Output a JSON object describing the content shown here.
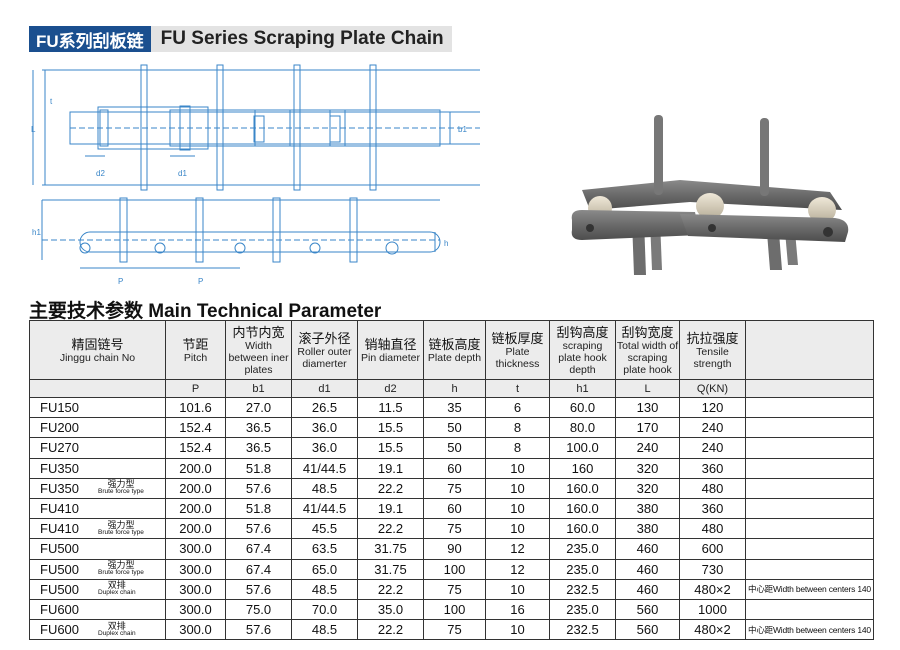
{
  "header": {
    "title_cn": "FU系列刮板链",
    "title_en": "FU Series Scraping Plate Chain"
  },
  "drawing_labels": {
    "L": "L",
    "t": "t",
    "b1": "b1",
    "d2": "d2",
    "d1": "d1",
    "h1": "h1",
    "h": "h",
    "P1": "P",
    "P2": "P"
  },
  "section_title": "主要技术参数 Main Technical Parameter",
  "columns": [
    {
      "cn": "精固链号",
      "en": "Jinggu chain No",
      "sym": ""
    },
    {
      "cn": "节距",
      "en": "Pitch",
      "sym": "P"
    },
    {
      "cn": "内节内宽",
      "en": "Width between iner plates",
      "sym": "b1"
    },
    {
      "cn": "滚子外径",
      "en": "Roller outer diamerter",
      "sym": "d1"
    },
    {
      "cn": "销轴直径",
      "en": "Pin diameter",
      "sym": "d2"
    },
    {
      "cn": "链板高度",
      "en": "Plate depth",
      "sym": "h"
    },
    {
      "cn": "链板厚度",
      "en": "Plate thickness",
      "sym": "t"
    },
    {
      "cn": "刮钩高度",
      "en": "scraping plate hook depth",
      "sym": "h1"
    },
    {
      "cn": "刮钩宽度",
      "en": "Total width of scraping plate hook",
      "sym": "L"
    },
    {
      "cn": "抗拉强度",
      "en": "Tensile strength",
      "sym": "Q(KN)"
    },
    {
      "cn": "",
      "en": "",
      "sym": ""
    }
  ],
  "rows": [
    {
      "model": "FU150",
      "tag_cn": "",
      "tag_en": "",
      "cells": [
        "101.6",
        "27.0",
        "26.5",
        "11.5",
        "35",
        "6",
        "60.0",
        "130",
        "120"
      ],
      "note": ""
    },
    {
      "model": "FU200",
      "tag_cn": "",
      "tag_en": "",
      "cells": [
        "152.4",
        "36.5",
        "36.0",
        "15.5",
        "50",
        "8",
        "80.0",
        "170",
        "240"
      ],
      "note": ""
    },
    {
      "model": "FU270",
      "tag_cn": "",
      "tag_en": "",
      "cells": [
        "152.4",
        "36.5",
        "36.0",
        "15.5",
        "50",
        "8",
        "100.0",
        "240",
        "240"
      ],
      "note": ""
    },
    {
      "model": "FU350",
      "tag_cn": "",
      "tag_en": "",
      "cells": [
        "200.0",
        "51.8",
        "41/44.5",
        "19.1",
        "60",
        "10",
        "160",
        "320",
        "360"
      ],
      "note": ""
    },
    {
      "model": "FU350",
      "tag_cn": "强力型",
      "tag_en": "Brute force type",
      "cells": [
        "200.0",
        "57.6",
        "48.5",
        "22.2",
        "75",
        "10",
        "160.0",
        "320",
        "480"
      ],
      "note": ""
    },
    {
      "model": "FU410",
      "tag_cn": "",
      "tag_en": "",
      "cells": [
        "200.0",
        "51.8",
        "41/44.5",
        "19.1",
        "60",
        "10",
        "160.0",
        "380",
        "360"
      ],
      "note": ""
    },
    {
      "model": "FU410",
      "tag_cn": "强力型",
      "tag_en": "Brute force type",
      "cells": [
        "200.0",
        "57.6",
        "45.5",
        "22.2",
        "75",
        "10",
        "160.0",
        "380",
        "480"
      ],
      "note": ""
    },
    {
      "model": "FU500",
      "tag_cn": "",
      "tag_en": "",
      "cells": [
        "300.0",
        "67.4",
        "63.5",
        "31.75",
        "90",
        "12",
        "235.0",
        "460",
        "600"
      ],
      "note": ""
    },
    {
      "model": "FU500",
      "tag_cn": "强力型",
      "tag_en": "Brute force type",
      "cells": [
        "300.0",
        "67.4",
        "65.0",
        "31.75",
        "100",
        "12",
        "235.0",
        "460",
        "730"
      ],
      "note": ""
    },
    {
      "model": "FU500",
      "tag_cn": "双排",
      "tag_en": "Duplex chain",
      "cells": [
        "300.0",
        "57.6",
        "48.5",
        "22.2",
        "75",
        "10",
        "232.5",
        "460",
        "480×2"
      ],
      "note": "中心距Width between centers 140"
    },
    {
      "model": "FU600",
      "tag_cn": "",
      "tag_en": "",
      "cells": [
        "300.0",
        "75.0",
        "70.0",
        "35.0",
        "100",
        "16",
        "235.0",
        "560",
        "1000"
      ],
      "note": ""
    },
    {
      "model": "FU600",
      "tag_cn": "双排",
      "tag_en": "Duplex chain",
      "cells": [
        "300.0",
        "57.6",
        "48.5",
        "22.2",
        "75",
        "10",
        "232.5",
        "560",
        "480×2"
      ],
      "note": "中心距Width between centers 140"
    }
  ],
  "colors": {
    "header_blue": "#1a4f8f",
    "header_gray": "#e3e3e3",
    "drawing_line": "#3a86c8",
    "table_header_bg": "#ececec"
  }
}
